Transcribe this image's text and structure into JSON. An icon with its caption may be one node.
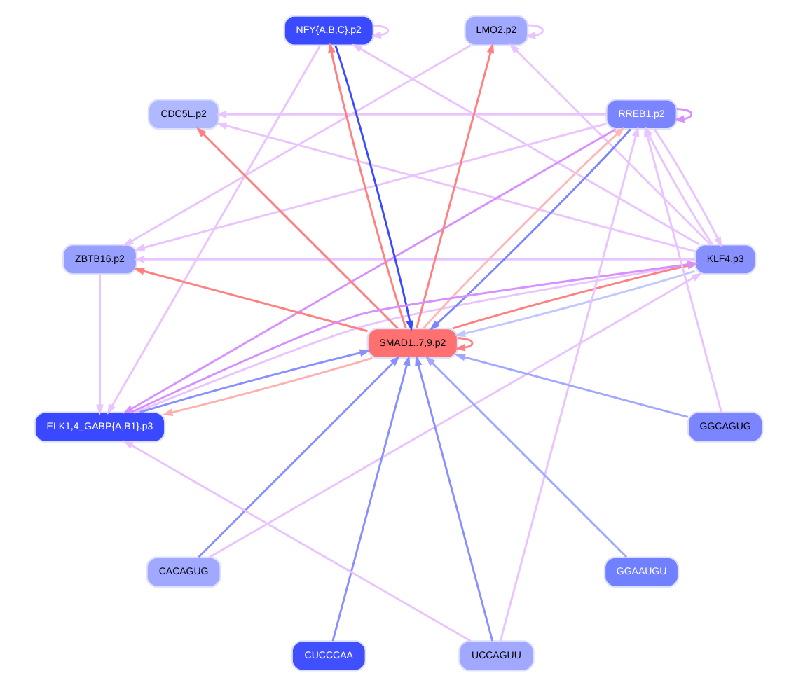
{
  "diagram": {
    "nodes": [
      {
        "text": [
          "KLF4.p3"
        ]
      },
      {
        "text": [
          "RREB1.p2"
        ]
      },
      {
        "text": [
          "LMO2.p2"
        ]
      },
      {
        "text": [
          "NFY{A,B,C}.p2"
        ]
      },
      {
        "text": [
          "CDC5L.p2"
        ]
      },
      {
        "text": [
          "ZBTB16.p2"
        ]
      },
      {
        "text": [
          "SMAD1..7,9.p2"
        ]
      },
      {
        "text": [
          "ELK1,4_GABP{A,B1}.p3"
        ]
      },
      {
        "text": [
          "CACAGUG"
        ]
      },
      {
        "text": [
          "CUCCCAA"
        ]
      },
      {
        "text": [
          "UCCAGUU"
        ]
      },
      {
        "text": [
          "GGAAUGU"
        ]
      },
      {
        "text": [
          "GGCAGUG"
        ]
      }
    ],
    "edges": [
      {
        "from": 6,
        "to": 0,
        "arrow": "to",
        "color": "#ff8080"
      },
      {
        "from": 6,
        "to": 2,
        "arrow": "to",
        "color": "#ff8080"
      },
      {
        "from": 6,
        "to": 4,
        "arrow": "to",
        "color": "#ff8080"
      },
      {
        "from": 6,
        "to": 5,
        "arrow": "to",
        "color": "#ff8080"
      },
      {
        "from": 6,
        "to": 3,
        "arrow": "to",
        "color": "#ff8080"
      },
      {
        "from": 6,
        "to": 6,
        "arrow": "to",
        "color": "#ff8080"
      },
      {
        "from": 6,
        "to": 7,
        "arrow": "to",
        "color": "#ffb0b0"
      },
      {
        "from": 6,
        "to": 1,
        "arrow": "to",
        "color": "#ffb8b8"
      },
      {
        "from": 0,
        "to": 6,
        "arrow": "to",
        "color": "#c0c8ff"
      },
      {
        "from": 1,
        "to": 6,
        "arrow": "to",
        "color": "#7a85ff"
      },
      {
        "from": 3,
        "to": 6,
        "arrow": "to",
        "color": "#3a4aff"
      },
      {
        "from": 7,
        "to": 6,
        "arrow": "to",
        "color": "#8890ff"
      },
      {
        "from": 8,
        "to": 6,
        "arrow": "to",
        "color": "#8890ff"
      },
      {
        "from": 9,
        "to": 6,
        "arrow": "to",
        "color": "#8890ff"
      },
      {
        "from": 10,
        "to": 6,
        "arrow": "to",
        "color": "#8890ff"
      },
      {
        "from": 11,
        "to": 6,
        "arrow": "to",
        "color": "#a0a8ff"
      },
      {
        "from": 12,
        "to": 6,
        "arrow": "to",
        "color": "#a0a8ff"
      },
      {
        "from": 0,
        "to": 2,
        "arrow": "to"
      },
      {
        "from": 2,
        "to": 2,
        "arrow": "to"
      },
      {
        "from": 0,
        "to": 1,
        "arrow": "to"
      },
      {
        "from": 1,
        "to": 0,
        "arrow": "to"
      },
      {
        "from": 1,
        "to": 1,
        "arrow": "to",
        "color": "#d890ff"
      },
      {
        "from": 3,
        "to": 3,
        "arrow": "to"
      },
      {
        "from": 0,
        "to": 3,
        "arrow": "to"
      },
      {
        "from": 0,
        "to": 5,
        "arrow": "to"
      },
      {
        "from": 1,
        "to": 5,
        "arrow": "to"
      },
      {
        "from": 2,
        "to": 5,
        "arrow": "to"
      },
      {
        "from": 0,
        "to": 4,
        "arrow": "to"
      },
      {
        "from": 1,
        "to": 4,
        "arrow": "to"
      },
      {
        "from": 7,
        "to": 0,
        "arrow": "to",
        "color": "#d890ff"
      },
      {
        "from": 1,
        "to": 7,
        "arrow": "to",
        "color": "#d890ff"
      },
      {
        "from": 0,
        "to": 7,
        "arrow": "to"
      },
      {
        "from": 3,
        "to": 7,
        "arrow": "to"
      },
      {
        "from": 5,
        "to": 7,
        "arrow": "to"
      },
      {
        "from": 10,
        "to": 7,
        "arrow": "to"
      },
      {
        "from": 8,
        "to": 0,
        "arrow": "to"
      },
      {
        "from": 10,
        "to": 1,
        "arrow": "to"
      },
      {
        "from": 12,
        "to": 1,
        "arrow": "to"
      }
    ]
  }
}
